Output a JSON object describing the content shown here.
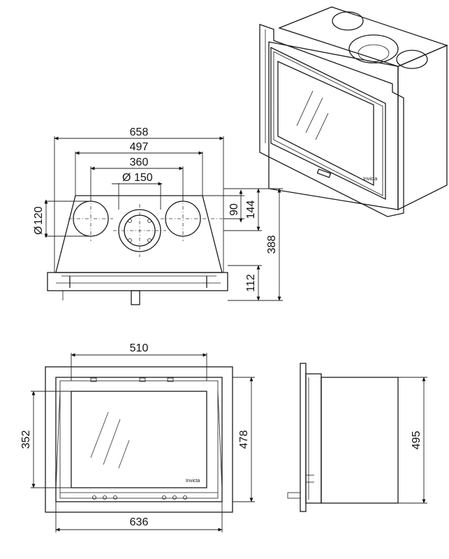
{
  "dimensions": {
    "width_outer": "658",
    "width_497": "497",
    "spacing_360": "360",
    "dia_150": "150",
    "dia_120": "120",
    "h_90": "90",
    "h_144": "144",
    "h_388": "388",
    "h_112": "112",
    "w_510": "510",
    "h_352": "352",
    "h_478": "478",
    "w_636": "636",
    "d_495": "495"
  },
  "symbols": {
    "diameter": "Ø"
  },
  "logo_text": "Invicta"
}
